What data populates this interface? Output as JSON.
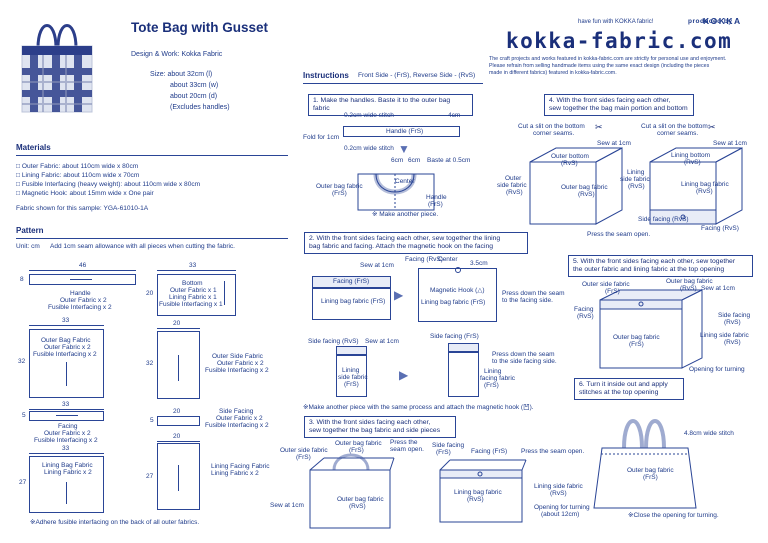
{
  "header": {
    "title": "Tote Bag with Gusset",
    "credit": "Design & Work: Kokka Fabric",
    "size_lines": [
      "Size: about 32cm (l)",
      "about 33cm (w)",
      "about 20cm (d)",
      "(Excludes handles)"
    ],
    "tagline": "have fun with KOKKA fabric!",
    "produced_by": "produced by",
    "brand": "KOKKA",
    "site": "kokka-fabric.com",
    "notice": [
      "The craft projects and works featured in kokka-fabric.com are strictly for personal use and enjoyment.",
      "Please refrain from selling handmade items using the same exact design (including the pieces",
      "made in different fabrics) featured in kokka-fabric.com."
    ]
  },
  "materials": {
    "title": "Materials",
    "items": [
      "□ Outer Fabric: about 110cm wide x 80cm",
      "□ Lining Fabric: about 110cm wide x 70cm",
      "□ Fusible Interfacing (heavy weight): about 110cm wide x 80cm",
      "□ Magnetic Hook: about 15mm wide x One pair"
    ],
    "sample": "Fabric shown for this sample: YGA-61010-1A"
  },
  "pattern": {
    "title": "Pattern",
    "unit_note": "Unit: cm",
    "allowance_note": "Add 1cm seam allowance with all pieces when cutting the fabric.",
    "footnote": "※Adhere fusible interfacing on the back of all outer fabrics.",
    "pieces": [
      {
        "w": "46",
        "h": "8",
        "lines": [
          "Handle",
          "Outer Fabric x 2",
          "Fusible Interfacing x 2"
        ]
      },
      {
        "w": "33",
        "h": "20",
        "lines": [
          "Bottom",
          "Outer Fabric x 1",
          "Lining Fabric x 1",
          "Fusible Interfacing x 1"
        ]
      },
      {
        "w": "33",
        "h": "32",
        "lines": [
          "Outer Bag Fabric",
          "Outer Fabric x 2",
          "Fusible Interfacing x 2"
        ]
      },
      {
        "w": "20",
        "h": "32",
        "lines": [
          "Outer Side Fabric",
          "Outer Fabric x 2",
          "Fusible Interfacing x 2"
        ]
      },
      {
        "w": "33",
        "h": "5",
        "lines": [
          "Facing",
          "Outer Fabric x 2",
          "Fusible Interfacing x 2"
        ]
      },
      {
        "w": "20",
        "h": "5",
        "lines": [
          "Side Facing",
          "Outer Fabric x 2",
          "Fusible Interfacing x 2"
        ]
      },
      {
        "w": "33",
        "h": "27",
        "lines": [
          "Lining Bag Fabric",
          "Lining Fabric x 2"
        ]
      },
      {
        "w": "20",
        "h": "27",
        "lines": [
          "Lining Facing Fabric",
          "Lining Fabric x 2"
        ]
      }
    ]
  },
  "instructions": {
    "title": "Instructions",
    "legend": "Front Side - (FrS), Reverse Side - (RvS)",
    "step1": {
      "text": "1. Make the handles. Baste it to the outer bag fabric",
      "labels": [
        "0.2cm wide stitch",
        "4cm",
        "Handle (FrS)",
        "Fold for 1cm",
        "0.2cm wide stitch",
        "6cm",
        "6cm",
        "Baste at 0.5cm",
        "Center",
        "Outer bag fabric",
        "(FrS)",
        "Handle",
        "(FrS)",
        "※ Make another piece."
      ]
    },
    "step2": {
      "text": [
        "2. With the front sides facing each other, sew together the lining",
        "bag fabric and facing. Attach the magnetic hook on the facing"
      ],
      "labels": [
        "Sew at 1cm",
        "Facing (FrS)",
        "Facing (RvS)",
        "Lining bag fabric (FrS)",
        "Center",
        "3.5cm",
        "Magnetic Hook (△)",
        "Lining bag fabric (FrS)",
        "Press down the seam",
        "to the facing side.",
        "Side facing (RvS)",
        "Sew at 1cm",
        "Lining",
        "side fabric",
        "(FrS)",
        "Side facing (FrS)",
        "Press down the seam",
        "to the side facing side.",
        "Lining",
        "facing fabric",
        "(FrS)",
        "※Make another piece with the same process and attach the magnetic hook (凹)."
      ]
    },
    "step3": {
      "text": [
        "3. With the front sides facing each other,",
        "sew together the bag fabric and side pieces"
      ],
      "labels": [
        "Outer side fabric",
        "(FrS)",
        "Outer bag fabric",
        "(FrS)",
        "Press the",
        "seam open.",
        "Outer bag fabric",
        "(RvS)",
        "Sew at 1cm",
        "Side facing",
        "(FrS)",
        "Facing (FrS)",
        "Press the seam open.",
        "Lining bag fabric",
        "(RvS)",
        "Lining side fabric",
        "(RvS)",
        "Opening for turning",
        "(about 12cm)"
      ]
    },
    "step4": {
      "text": [
        "4. With the front sides facing each other,",
        "sew together the bag main portion and bottom"
      ],
      "labels": [
        "Cut a slit on the bottom",
        "corner seams.",
        "Cut a slit on the bottom",
        "corner seams.",
        "Sew at 1cm",
        "Sew at 1cm",
        "Outer bottom",
        "(RvS)",
        "Outer",
        "side fabric",
        "(RvS)",
        "Outer bag fabric",
        "(RvS)",
        "Lining bottom",
        "(RvS)",
        "Lining",
        "side fabric",
        "(RvS)",
        "Lining bag fabric",
        "(RvS)",
        "Side facing (RvS)",
        "Facing (RvS)",
        "Press the seam open."
      ]
    },
    "step5": {
      "text": [
        "5. With the front sides facing each other, sew together",
        "the outer fabric and lining fabric at the top opening"
      ],
      "labels": [
        "Outer side fabric",
        "(FrS)",
        "Outer bag fabric",
        "(RvS)",
        "Sew at 1cm",
        "Facing",
        "(RvS)",
        "Side facing",
        "(RvS)",
        "Outer bag fabric",
        "(FrS)",
        "Lining side fabric",
        "(RvS)",
        "Opening for turning"
      ]
    },
    "step6": {
      "text": [
        "6. Turn it inside out and apply",
        "stitches at the top opening"
      ],
      "labels": [
        "4.8cm wide stitch",
        "Outer bag fabric",
        "(FrS)",
        "※Close the opening for turning."
      ]
    }
  }
}
